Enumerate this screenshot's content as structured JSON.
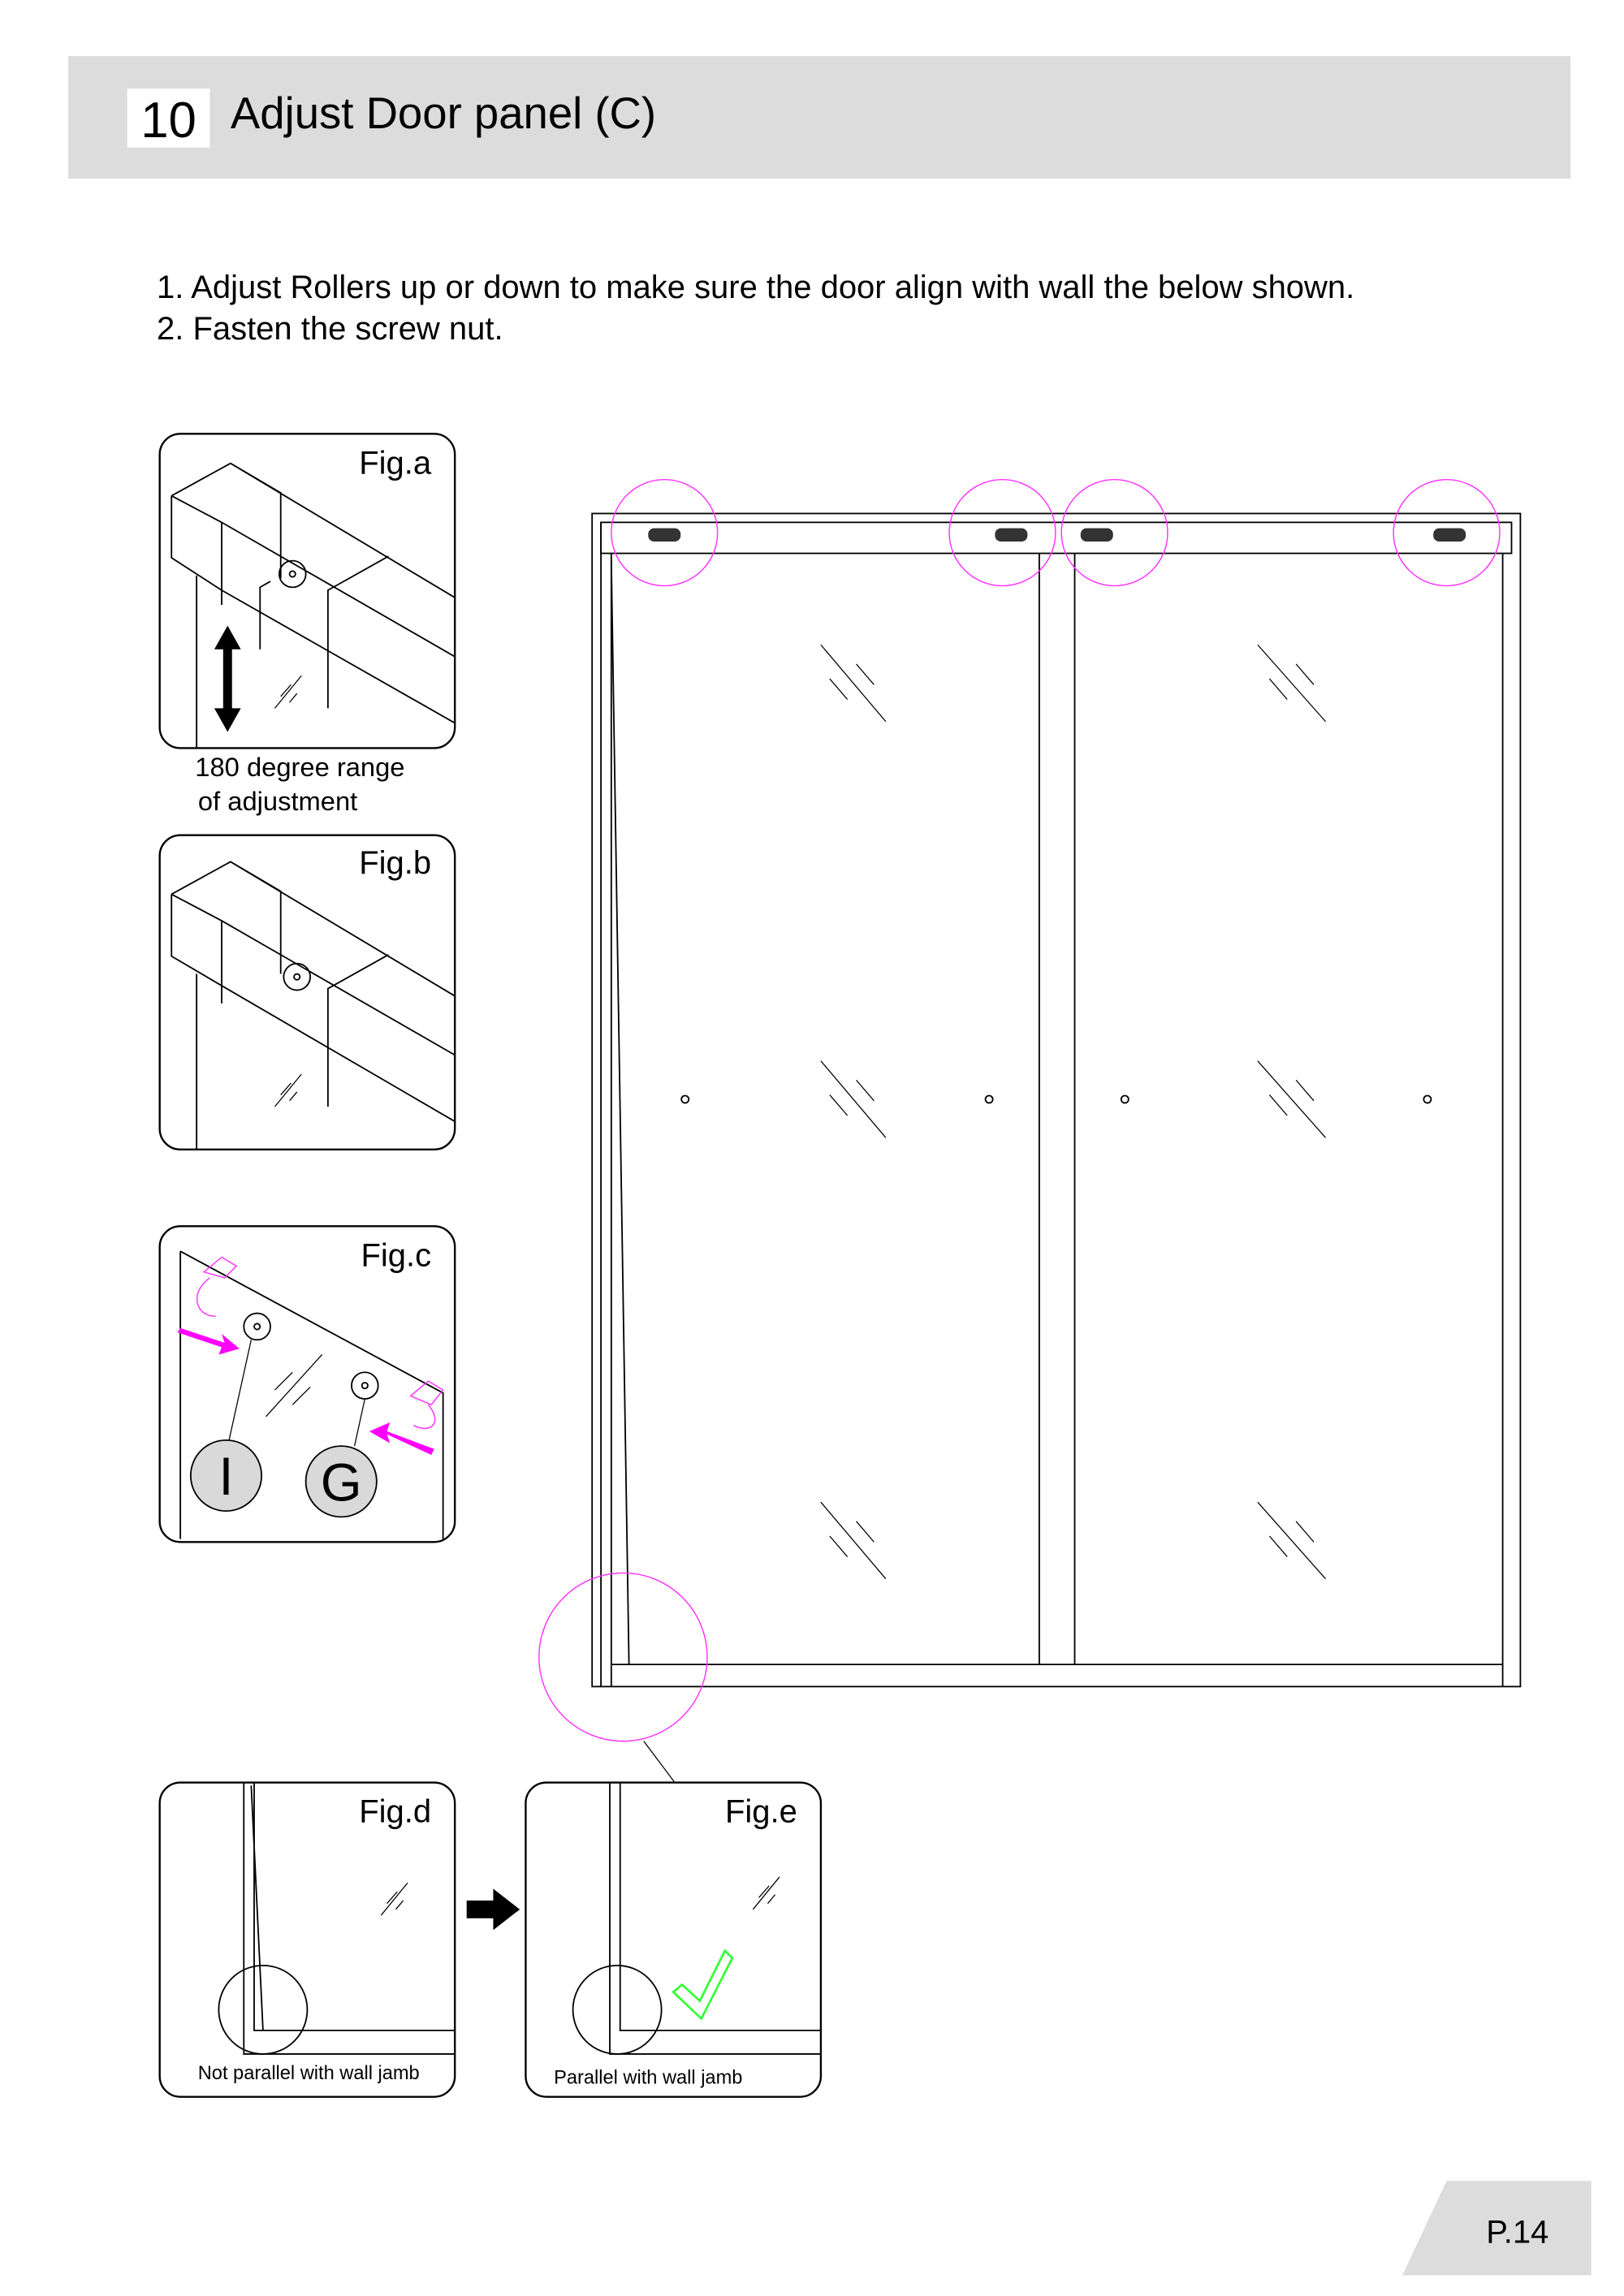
{
  "header": {
    "step_number": "10",
    "title": "Adjust Door panel (C)"
  },
  "instructions": [
    "1. Adjust Rollers up or down to make sure the door align with wall the below shown.",
    "2. Fasten the screw nut."
  ],
  "figures": {
    "a": {
      "label": "Fig.a",
      "caption_line1": "180 degree range",
      "caption_line2": "of adjustment"
    },
    "b": {
      "label": "Fig.b"
    },
    "c": {
      "label": "Fig.c",
      "callout_i": "I",
      "callout_g": "G"
    },
    "d": {
      "label": "Fig.d",
      "caption": "Not parallel with wall jamb"
    },
    "e": {
      "label": "Fig.e",
      "caption": "Parallel with wall jamb"
    }
  },
  "page_number": "P.14",
  "colors": {
    "header_bg": "#dcdcdc",
    "highlight": "#ff33ff",
    "check": "#33ff33",
    "callout_bg": "#d9d9d9"
  }
}
